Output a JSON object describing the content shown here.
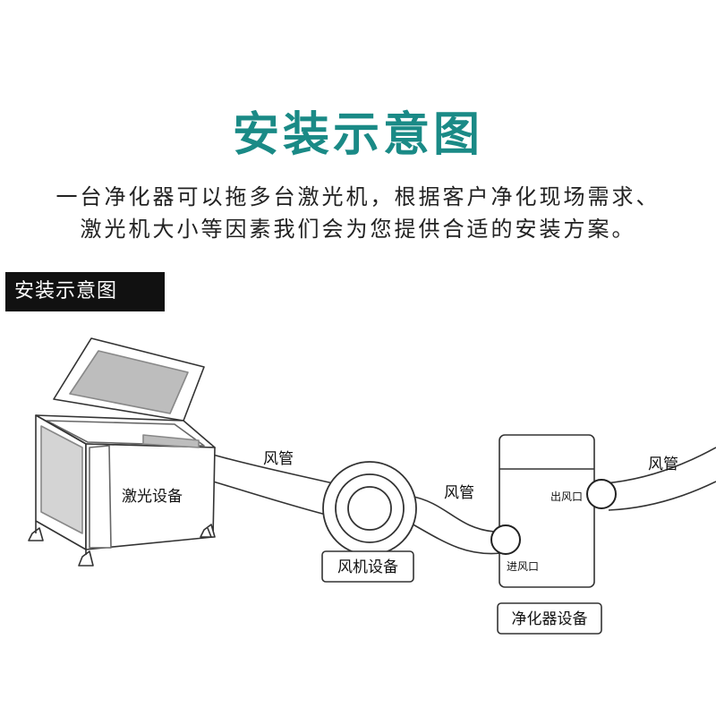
{
  "header": {
    "title": "安装示意图",
    "description_line1": "一台净化器可以拖多台激光机，根据客户净化现场需求、",
    "description_line2": "激光机大小等因素我们会为您提供合适的安装方案。"
  },
  "section": {
    "label": "安装示意图"
  },
  "diagram": {
    "laser_label": "激光设备",
    "fan_label": "风机设备",
    "purifier_label": "净化器设备",
    "duct_label_1": "风管",
    "duct_label_2": "风管",
    "duct_label_3": "风管",
    "inlet_label": "进风口",
    "outlet_label": "出风口"
  },
  "colors": {
    "title": "#1a8a86",
    "panel": "#bdbdbd",
    "line": "#333333"
  }
}
